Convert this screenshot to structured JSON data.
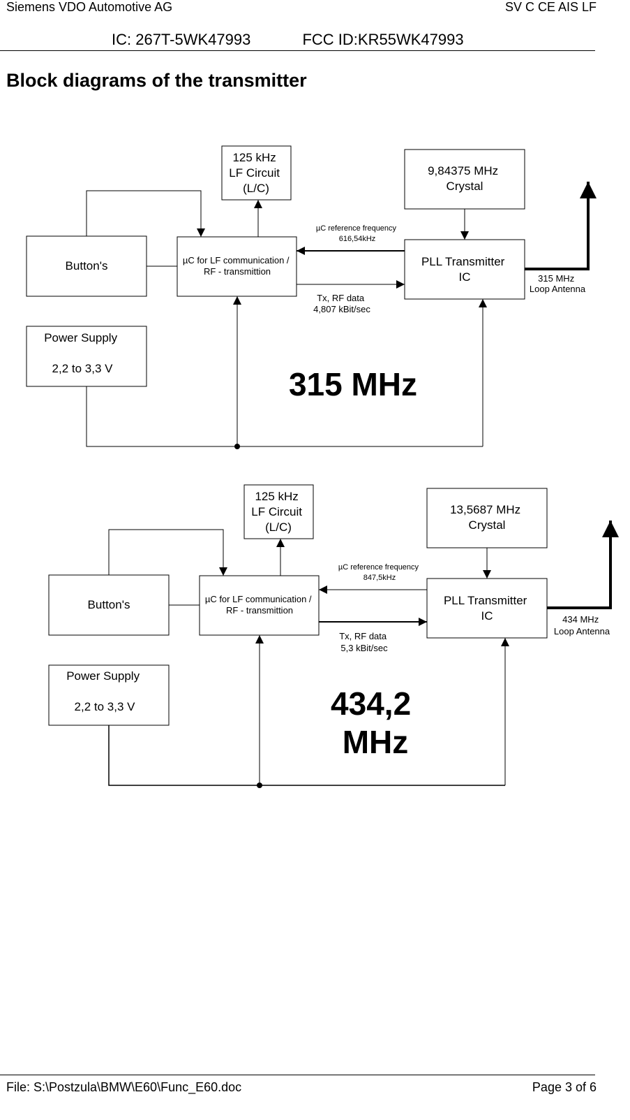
{
  "header": {
    "company": "Siemens VDO Automotive AG",
    "department": "SV C CE AIS LF",
    "ic_id": "IC: 267T-5WK47993",
    "fcc_id": "FCC ID:KR55WK47993"
  },
  "page_title": "Block diagrams of the transmitter",
  "diagrams": [
    {
      "lf_circuit": [
        "125 kHz",
        "LF Circuit",
        "(L/C)"
      ],
      "crystal": [
        "9,84375 MHz",
        "Crystal"
      ],
      "buttons": "Button's",
      "uc": [
        "µC for LF communication /",
        "RF - transmittion"
      ],
      "pll": [
        "PLL Transmitter",
        "IC"
      ],
      "power_supply": [
        "Power Supply",
        "2,2 to 3,3 V"
      ],
      "ref_freq": [
        "µC reference frequency",
        "616,54kHz"
      ],
      "tx_data": [
        "Tx, RF data",
        "4,807 kBit/sec"
      ],
      "antenna": [
        "315 MHz",
        "Loop Antenna"
      ],
      "freq_label": [
        "315 MHz"
      ]
    },
    {
      "lf_circuit": [
        "125 kHz",
        "LF Circuit",
        "(L/C)"
      ],
      "crystal": [
        "13,5687 MHz",
        "Crystal"
      ],
      "buttons": "Button's",
      "uc": [
        "µC for LF communication /",
        "RF - transmittion"
      ],
      "pll": [
        "PLL Transmitter",
        "IC"
      ],
      "power_supply": [
        "Power Supply",
        "2,2 to 3,3 V"
      ],
      "ref_freq": [
        "µC reference frequency",
        "847,5kHz"
      ],
      "tx_data": [
        "Tx, RF data",
        "5,3 kBit/sec"
      ],
      "antenna": [
        "434 MHz",
        "Loop Antenna"
      ],
      "freq_label": [
        "434,2",
        "MHz"
      ]
    }
  ],
  "footer": {
    "file": "File: S:\\Postzula\\BMW\\E60\\Func_E60.doc",
    "page": "Page 3 of 6"
  }
}
